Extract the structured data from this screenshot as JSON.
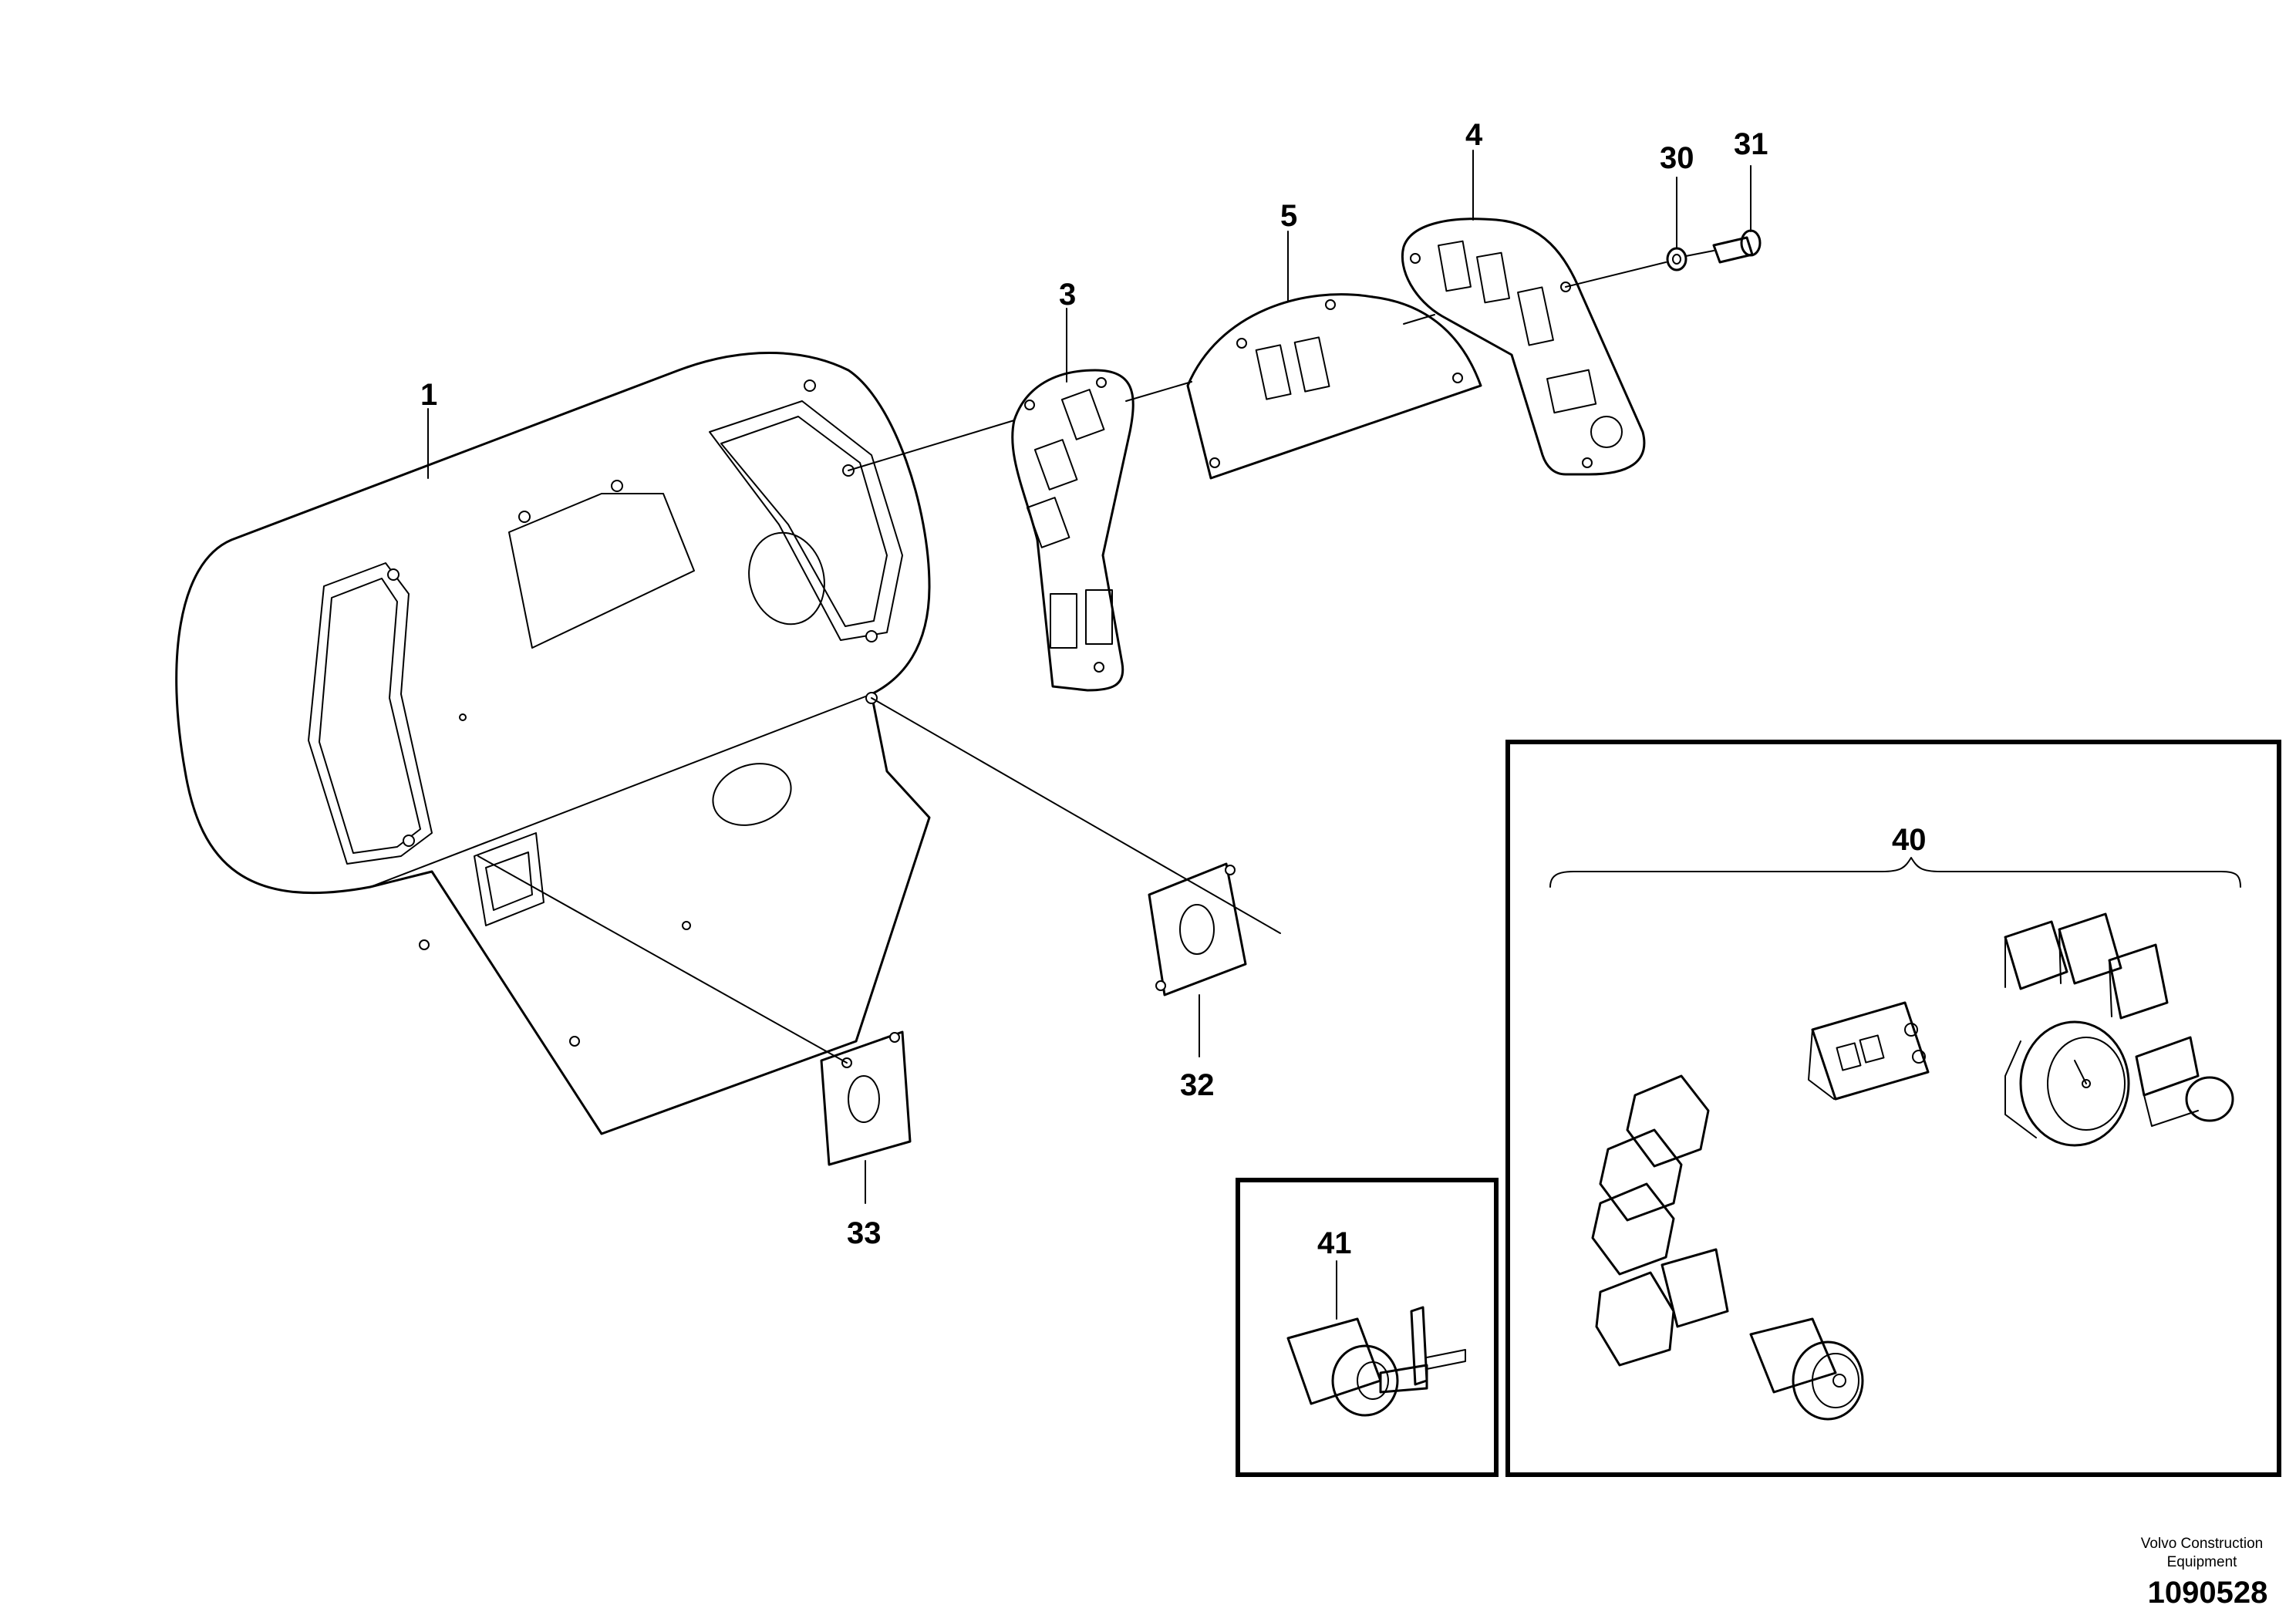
{
  "callouts": {
    "c1": "1",
    "c3": "3",
    "c4": "4",
    "c5": "5",
    "c30": "30",
    "c31": "31",
    "c32": "32",
    "c33": "33",
    "c40": "40",
    "c41": "41"
  },
  "footer": {
    "brand_line1": "Volvo Construction",
    "brand_line2": "Equipment",
    "drawing_number": "1090528"
  }
}
